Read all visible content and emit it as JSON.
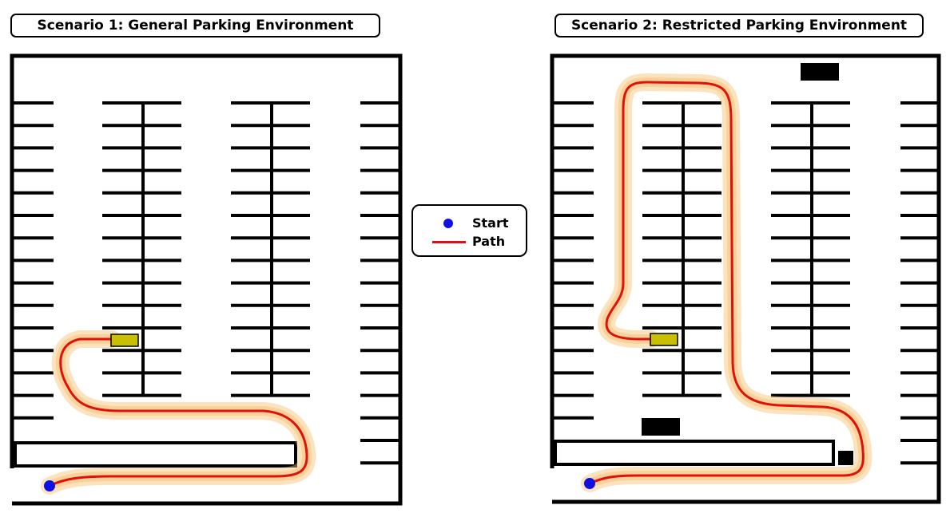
{
  "scenario1": {
    "title": "Scenario 1: General Parking Environment"
  },
  "scenario2": {
    "title": "Scenario 2: Restricted Parking Environment"
  },
  "legend": {
    "start_label": "Start",
    "path_label": "Path",
    "start_color": "#1010e0",
    "path_color": "#e01010"
  },
  "colors": {
    "wall": "#000000",
    "vehicle": "#c8c000",
    "path_glow": "#f8c070",
    "obstacle": "#000000"
  }
}
